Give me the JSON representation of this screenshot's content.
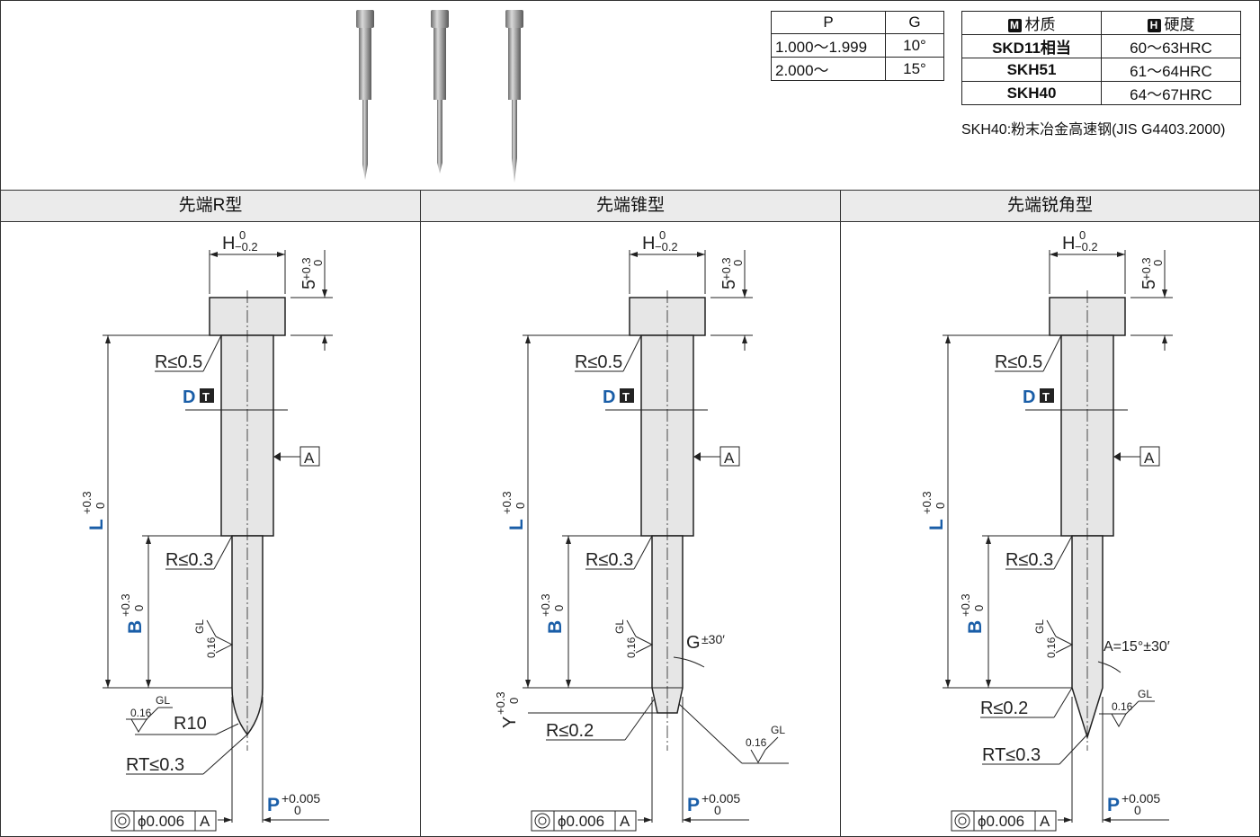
{
  "pg_table": {
    "headers": [
      "P",
      "G"
    ],
    "rows": [
      [
        "1.000～1.999",
        "10°"
      ],
      [
        "2.000～",
        "15°"
      ]
    ]
  },
  "material_table": {
    "marker_m": "M",
    "marker_h": "H",
    "headers": [
      "材质",
      "硬度"
    ],
    "rows": [
      [
        "SKD11相当",
        "60～63HRC"
      ],
      [
        "SKH51",
        "61～64HRC"
      ],
      [
        "SKH40",
        "64～67HRC"
      ]
    ],
    "note": "SKH40:粉末冶金高速钢(JIS G4403.2000)"
  },
  "panels": [
    {
      "title": "先端R型"
    },
    {
      "title": "先端锥型"
    },
    {
      "title": "先端锐角型"
    }
  ],
  "labels": {
    "H": "H",
    "H_tol_up": "0",
    "H_tol_low": "−0.2",
    "head5": "5",
    "head5_tol": "+0.3",
    "head5_tol_low": "0",
    "R05": "R≤0.5",
    "R03": "R≤0.3",
    "R02": "R≤0.2",
    "RT03": "RT≤0.3",
    "R10": "R10",
    "D": "D",
    "T": "T",
    "A": "A",
    "L": "L",
    "B": "B",
    "Y": "Y",
    "P": "P",
    "tol03_up": "+0.3",
    "tol03_low": "0",
    "P_tol_up": "+0.005",
    "P_tol_low": "0",
    "GL": "GL",
    "rough": "0.16",
    "G_label": "G",
    "G_tol": "±30′",
    "A_angle": "A=15°±30′",
    "conc_value": "ϕ0.006",
    "conc_ref": "A"
  },
  "colors": {
    "blue": "#1a5ea8",
    "line": "#222222",
    "pin_fill": "#e6e6e6"
  }
}
